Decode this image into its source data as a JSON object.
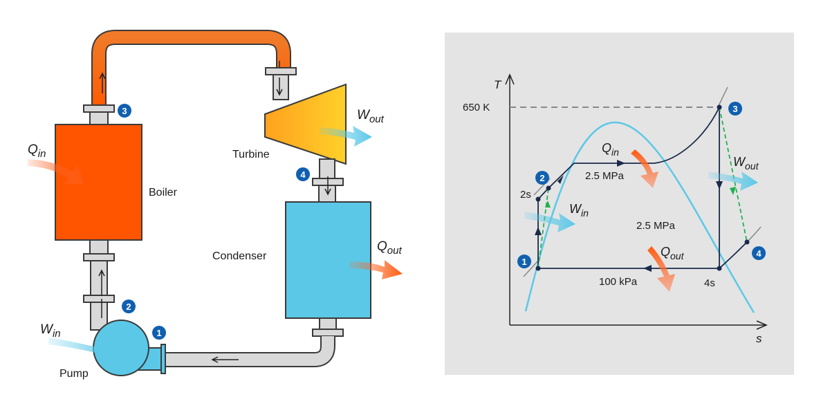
{
  "cycle_diagram": {
    "components": {
      "boiler": "Boiler",
      "turbine": "Turbine",
      "condenser": "Condenser",
      "pump": "Pump"
    },
    "energy": {
      "q_in": {
        "main": "Q",
        "sub": "in"
      },
      "w_out": {
        "main": "W",
        "sub": "out"
      },
      "q_out": {
        "main": "Q",
        "sub": "out"
      },
      "w_in": {
        "main": "W",
        "sub": "in"
      }
    },
    "state_badges": [
      "1",
      "2",
      "3",
      "4"
    ]
  },
  "ts_diagram": {
    "axis_y": "T",
    "axis_x": "s",
    "temperature_label": "650 K",
    "pressure_high_1": "2.5 MPa",
    "pressure_high_2": "2.5 MPa",
    "pressure_low": "100 kPa",
    "state_2s": "2s",
    "state_4s": "4s",
    "q_in": {
      "main": "Q",
      "sub": "in"
    },
    "w_out": {
      "main": "W",
      "sub": "out"
    },
    "q_out": {
      "main": "Q",
      "sub": "out"
    },
    "w_in": {
      "main": "W",
      "sub": "in"
    },
    "state_badges": [
      "1",
      "2",
      "3",
      "4"
    ]
  },
  "colors": {
    "boiler": "#ff5400",
    "pipe_hot": "#f26a10",
    "turbine": "#ffb020",
    "condenser": "#5bc8e8",
    "pump": "#5bc8e8",
    "pipe": "#d9d9d9",
    "badge": "#1060b0",
    "dome": "#5bc8e8",
    "panel": "#e4e4e4"
  }
}
